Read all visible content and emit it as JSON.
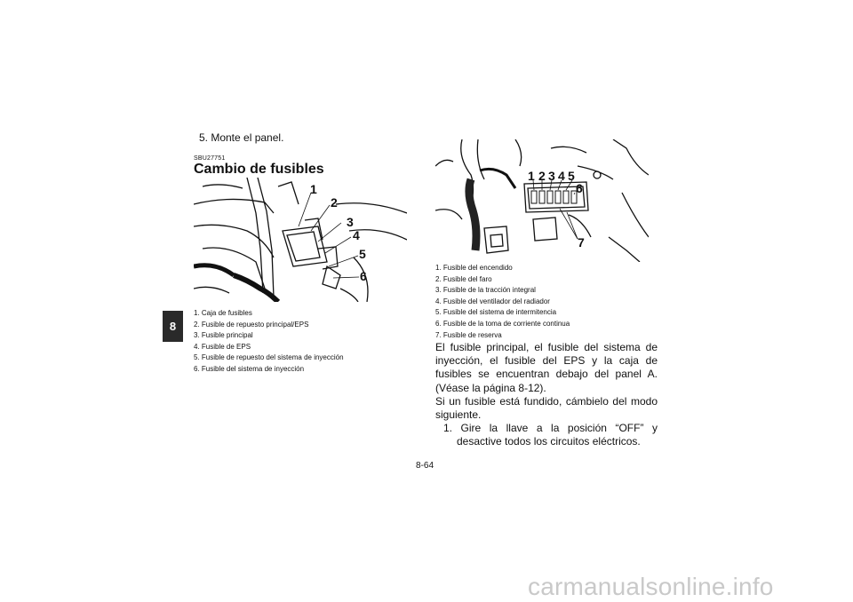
{
  "section_tab": "8",
  "step5": "5.  Monte el panel.",
  "ref_code": "SBU27751",
  "heading": "Cambio de fusibles",
  "figure1": {
    "labels": [
      "1",
      "2",
      "3",
      "4",
      "5",
      "6"
    ],
    "captions": [
      "1.  Caja de fusibles",
      "2.  Fusible de repuesto principal/EPS",
      "3.  Fusible principal",
      "4.  Fusible de EPS",
      "5.  Fusible de repuesto del sistema de inyección",
      "6.  Fusible del sistema de inyección"
    ]
  },
  "figure2": {
    "labels": [
      "1",
      "2",
      "3",
      "4",
      "5",
      "6",
      "7"
    ],
    "captions": [
      "1.  Fusible del encendido",
      "2.  Fusible del faro",
      "3.  Fusible de la tracción integral",
      "4.  Fusible del ventilador del radiador",
      "5.  Fusible del sistema de intermitencia",
      "6.  Fusible de la toma de corriente continua",
      "7.  Fusible de reserva"
    ]
  },
  "body": {
    "para1": "El fusible principal, el fusible del sistema de inyección, el fusible del EPS y la caja de fusibles se encuentran debajo del panel A. (Véase la página 8-12).",
    "para2": "Si un fusible está fundido, cámbielo del modo siguiente.",
    "step1": "1.  Gire la llave a la posición “OFF” y desactive todos los circuitos eléctricos."
  },
  "page_number": "8-64",
  "watermark": "carmanualsonline.info"
}
